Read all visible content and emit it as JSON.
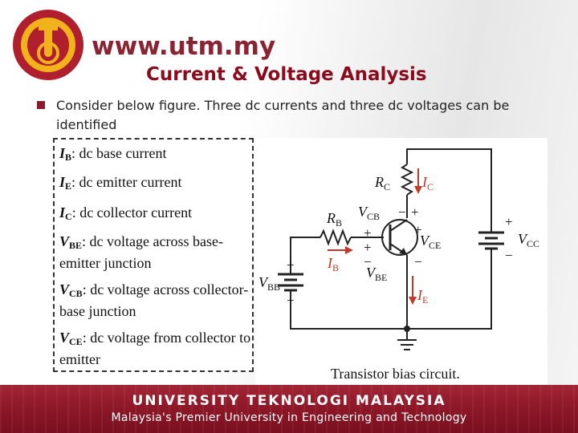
{
  "header": {
    "site_url": "www.utm.my",
    "title": "Current & Voltage Analysis"
  },
  "intro": {
    "text": "Consider below figure. Three dc currents and three dc voltages can be identified"
  },
  "definitions": [
    {
      "sym": "I",
      "sub": "B",
      "desc": ": dc base current"
    },
    {
      "sym": "I",
      "sub": "E",
      "desc": ": dc emitter current"
    },
    {
      "sym": "I",
      "sub": "C",
      "desc": ": dc collector current"
    },
    {
      "sym": "V",
      "sub": "BE",
      "desc": ": dc voltage across base-emitter junction"
    },
    {
      "sym": "V",
      "sub": "CB",
      "desc": ": dc voltage across collector-base junction"
    },
    {
      "sym": "V",
      "sub": "CE",
      "desc": ": dc voltage from collector to emitter"
    }
  ],
  "circuit": {
    "caption": "Transistor bias circuit.",
    "rc_label": {
      "main": "R",
      "sub": "C"
    },
    "rb_label": {
      "main": "R",
      "sub": "B"
    },
    "ic_label": {
      "main": "I",
      "sub": "C"
    },
    "ib_label": {
      "main": "I",
      "sub": "B"
    },
    "ie_label": {
      "main": "I",
      "sub": "E"
    },
    "vcb_label": {
      "main": "V",
      "sub": "CB"
    },
    "vbe_label": {
      "main": "V",
      "sub": "BE"
    },
    "vce_label": {
      "main": "V",
      "sub": "CE"
    },
    "vcc_label": {
      "main": "V",
      "sub": "CC"
    },
    "vbb_label": {
      "main": "V",
      "sub": "BB"
    },
    "plus": "+",
    "minus": "−"
  },
  "footer": {
    "line1": "UNIVERSITY TEKNOLOGI MALAYSIA",
    "line2": "Malaysia's Premier University in Engineering and Technology"
  },
  "colors": {
    "brand_red": "#8b0b1d",
    "footer_bg": "#8c1727",
    "accent_gold": "#f2b21c"
  }
}
